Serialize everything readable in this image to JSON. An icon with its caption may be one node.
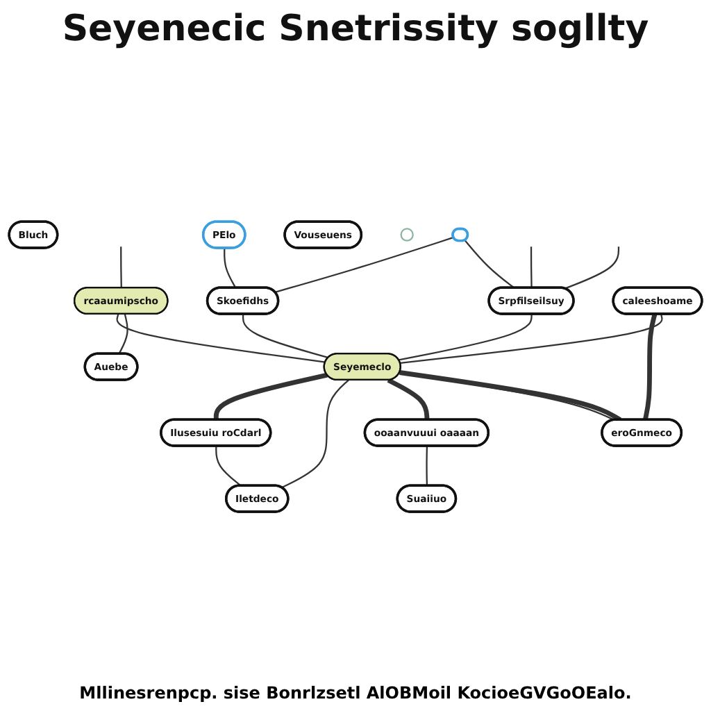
{
  "diagram": {
    "title": "Seyenecic Snetrissity sogllty",
    "caption": "Mllinesrenpcp. sise Bonrlzsetl AlOBMoil KocioeGVGoOEalo.",
    "nodes": [
      {
        "text": [
          "Seyemeclo"
        ]
      },
      {
        "text": [
          "Bluch"
        ]
      },
      {
        "text": [],
        "shape": "ellipse"
      },
      {
        "text": [
          "Srpfilseilsuy"
        ]
      },
      {
        "text": [
          "PElo"
        ]
      },
      {
        "text": [
          "Skoefidhs"
        ]
      },
      {
        "text": [
          "rcaaumipscho"
        ]
      },
      {
        "text": [
          "Auebe"
        ]
      },
      {
        "text": [
          "caleeshoame"
        ]
      },
      {
        "text": [
          "eroGnmeco"
        ]
      },
      {
        "text": [
          "Vouseuens"
        ]
      },
      {
        "text": [
          "Ilusesuiu roCdarl"
        ]
      },
      {
        "text": [
          "ooaanvuuui oaaaan"
        ]
      },
      {
        "text": [
          "Iletdeco"
        ]
      },
      {
        "text": [
          "Suaiiuo"
        ]
      },
      {
        "text": [],
        "shape": "circle"
      }
    ],
    "edges": [
      {
        "from": null,
        "to": 3,
        "arrow": "none"
      },
      {
        "from": null,
        "to": 3,
        "arrow": "none"
      },
      {
        "from": 2,
        "to": 3,
        "arrow": "none"
      },
      {
        "from": 2,
        "to": 5,
        "arrow": "none"
      },
      {
        "from": 4,
        "to": 5,
        "arrow": "none"
      },
      {
        "from": 3,
        "to": 0,
        "arrow": "none"
      },
      {
        "from": 5,
        "to": 0,
        "arrow": "none"
      },
      {
        "from": null,
        "to": 6,
        "arrow": "none"
      },
      {
        "from": 6,
        "to": 7,
        "arrow": "none"
      },
      {
        "from": 6,
        "to": 0,
        "arrow": "none"
      },
      {
        "from": 8,
        "to": 0,
        "arrow": "none"
      },
      {
        "from": 8,
        "to": 9,
        "arrow": "none",
        "style": "thick"
      },
      {
        "from": 0,
        "to": 9,
        "arrow": "none",
        "style": "thick"
      },
      {
        "from": 0,
        "to": 9,
        "arrow": "none"
      },
      {
        "from": 0,
        "to": 12,
        "arrow": "none",
        "style": "thick"
      },
      {
        "from": 0,
        "to": 13,
        "arrow": "none"
      },
      {
        "from": 0,
        "to": 11,
        "arrow": "none",
        "style": "thick"
      },
      {
        "from": 11,
        "to": 13,
        "arrow": "none"
      },
      {
        "from": 12,
        "to": 14,
        "arrow": "none"
      }
    ]
  }
}
